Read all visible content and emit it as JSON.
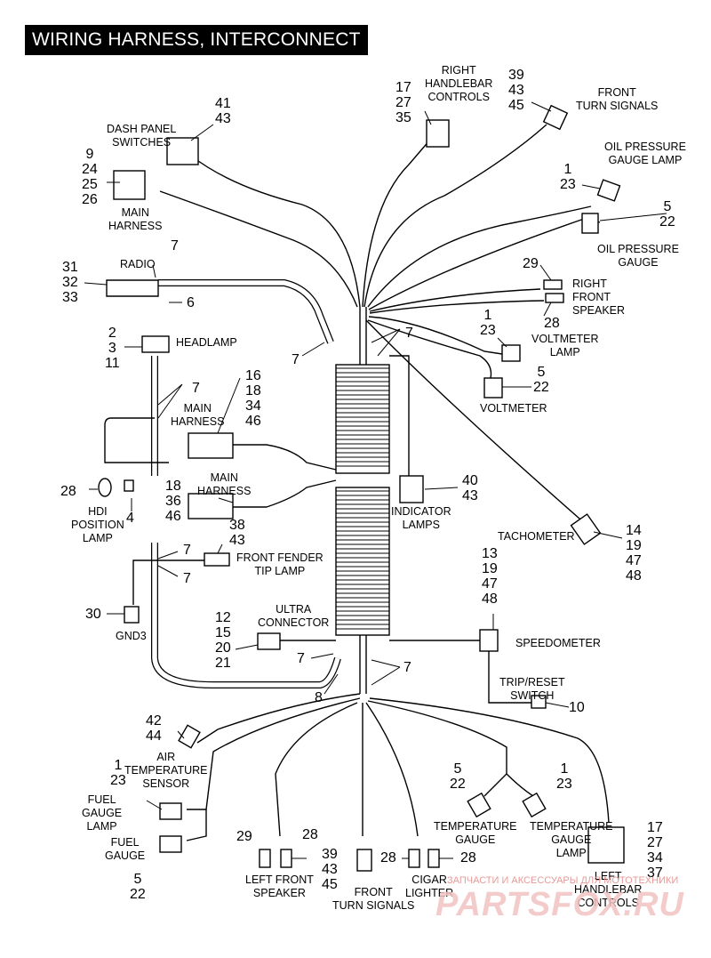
{
  "title": "WIRING HARNESS, INTERCONNECT",
  "components": [
    {
      "id": "right-handlebar-controls",
      "label": "RIGHT\nHANDLEBAR\nCONTROLS",
      "refs": "17\n27\n35"
    },
    {
      "id": "front-turn-signals-top",
      "label": "FRONT\nTURN SIGNALS",
      "refs": "39\n43\n45"
    },
    {
      "id": "dash-panel-switches",
      "label": "DASH PANEL\nSWITCHES",
      "refs": "41\n43"
    },
    {
      "id": "main-harness-top",
      "label": "MAIN\nHARNESS",
      "refs": "9\n24\n25\n26"
    },
    {
      "id": "oil-pressure-gauge-lamp",
      "label": "OIL PRESSURE\nGAUGE LAMP",
      "refs": "1\n23"
    },
    {
      "id": "oil-pressure-gauge",
      "label": "OIL PRESSURE\nGAUGE",
      "refs": "5\n22"
    },
    {
      "id": "radio",
      "label": "RADIO",
      "refs": "31\n32\n33"
    },
    {
      "id": "right-front-speaker",
      "label": "RIGHT\nFRONT\nSPEAKER",
      "refs": "29",
      "refs2": "28"
    },
    {
      "id": "headlamp",
      "label": "HEADLAMP",
      "refs": "2\n3\n11"
    },
    {
      "id": "voltmeter-lamp",
      "label": "VOLTMETER\nLAMP",
      "refs": "1\n23"
    },
    {
      "id": "voltmeter",
      "label": "VOLTMETER",
      "refs": "5\n22"
    },
    {
      "id": "main-harness-mid-1",
      "label": "MAIN\nHARNESS",
      "refs": "16\n18\n34\n46"
    },
    {
      "id": "main-harness-mid-2",
      "label": "MAIN\nHARNESS",
      "refs": "18\n36\n46"
    },
    {
      "id": "hdi-position-lamp",
      "label": "HDI\nPOSITION\nLAMP",
      "refs": "28"
    },
    {
      "id": "indicator-lamps",
      "label": "INDICATOR\nLAMPS",
      "refs": "40\n43"
    },
    {
      "id": "tachometer",
      "label": "TACHOMETER",
      "refs": "14\n19\n47\n48"
    },
    {
      "id": "front-fender-tip-lamp",
      "label": "FRONT FENDER\nTIP LAMP",
      "refs": "38\n43"
    },
    {
      "id": "gnd3",
      "label": "GND3",
      "refs": "30"
    },
    {
      "id": "ultra-connector",
      "label": "ULTRA\nCONNECTOR",
      "refs": "12\n15\n20\n21"
    },
    {
      "id": "speedometer",
      "label": "SPEEDOMETER",
      "refs": "13\n19\n47\n48"
    },
    {
      "id": "trip-reset-switch",
      "label": "TRIP/RESET\nSWITCH",
      "refs": "10"
    },
    {
      "id": "air-temperature-sensor",
      "label": "AIR\nTEMPERATURE\nSENSOR",
      "refs": "42\n44"
    },
    {
      "id": "fuel-gauge-lamp",
      "label": "FUEL\nGAUGE\nLAMP",
      "refs": "1\n23"
    },
    {
      "id": "fuel-gauge",
      "label": "FUEL\nGAUGE",
      "refs": "5\n22"
    },
    {
      "id": "temperature-gauge",
      "label": "TEMPERATURE\nGAUGE",
      "refs": "5\n22"
    },
    {
      "id": "temperature-gauge-lamp",
      "label": "TEMPERATURE\nGAUGE\nLAMP",
      "refs": "1\n23"
    },
    {
      "id": "left-handlebar-controls",
      "label": "LEFT\nHANDLEBAR\nCONTROLS",
      "refs": "17\n27\n34\n37"
    },
    {
      "id": "left-front-speaker",
      "label": "LEFT FRONT\nSPEAKER",
      "refs": "29",
      "refs2": "28"
    },
    {
      "id": "front-turn-signals-bottom",
      "label": "FRONT\nTURN SIGNALS",
      "refs": "39\n43\n45"
    },
    {
      "id": "cigar-lighter",
      "label": "CIGAR\nLIGHTER",
      "refs": "28",
      "refs2": "28"
    }
  ],
  "callouts": {
    "clip_ref": "7",
    "ground_ref": "6",
    "grommet_ref": "8",
    "pin_ref": "4"
  },
  "watermark": {
    "text": "ЗАПЧАСТИ И АКСЕССУАРЫ ДЛЯ МОТОТЕХНИКИ",
    "logo": "PARTSFOX.RU"
  }
}
